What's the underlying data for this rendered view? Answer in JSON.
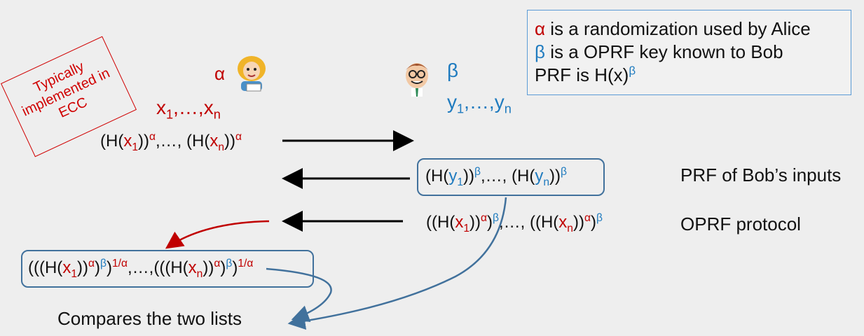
{
  "legend": {
    "line1_symbol": "α",
    "line1_text": " is a randomization used by Alice",
    "line2_symbol": "β",
    "line2_text": " is a OPRF key known to Bob",
    "line3_text": "PRF is H(x)",
    "line3_sup": "β"
  },
  "stamp": {
    "text": "Typically implemented in ECC"
  },
  "alice": {
    "key": "α",
    "x1": "x",
    "x1_sub": "1",
    "sep": ",…,",
    "xn": "x",
    "xn_sub": "n"
  },
  "bob": {
    "key": "β",
    "y1": "y",
    "y1_sub": "1",
    "sep": ",…,",
    "yn": "y",
    "yn_sub": "n"
  },
  "messages": {
    "alice_sends": {
      "a": "(H(",
      "x1": "x",
      "s1": "1",
      "b": "))",
      "sup1": "α",
      "c": ",…, (H(",
      "xn": "x",
      "sn": "n",
      "d": "))",
      "sup2": "α"
    },
    "bob_sends": {
      "a": "(H(",
      "y1": "y",
      "s1": "1",
      "b": "))",
      "sup1": "β",
      "c": ",…, (H(",
      "yn": "y",
      "sn": "n",
      "d": "))",
      "sup2": "β"
    },
    "bob_returns": {
      "a": "((H(",
      "x1": "x",
      "s1": "1",
      "b": "))",
      "supa1": "α",
      "c": ")",
      "supb1": "β",
      "d": ",…, ((H(",
      "xn": "x",
      "sn": "n",
      "e": "))",
      "supa2": "α",
      "f": ")",
      "supb2": "β"
    },
    "alice_final": {
      "a": "(((H(",
      "x1": "x",
      "s1": "1",
      "b": "))",
      "supa1": "α",
      "c": ")",
      "supb1": "β",
      "d": ")",
      "supe1": "1/α",
      "e": ",…,(((H(",
      "xn": "x",
      "sn": "n",
      "f": "))",
      "supa2": "α",
      "g": ")",
      "supb2": "β",
      "h": ")",
      "supe2": "1/α"
    }
  },
  "labels": {
    "prf_bob": "PRF of Bob’s inputs",
    "oprf": "OPRF protocol",
    "compare": "Compares the two lists"
  },
  "colors": {
    "alice_red": "#c00000",
    "bob_blue": "#1f7bbf",
    "box_border": "#41719c",
    "legend_border": "#5b9bd5",
    "stamp_red": "#d00000"
  },
  "icons": [
    "alice-avatar-icon",
    "bob-avatar-icon"
  ]
}
